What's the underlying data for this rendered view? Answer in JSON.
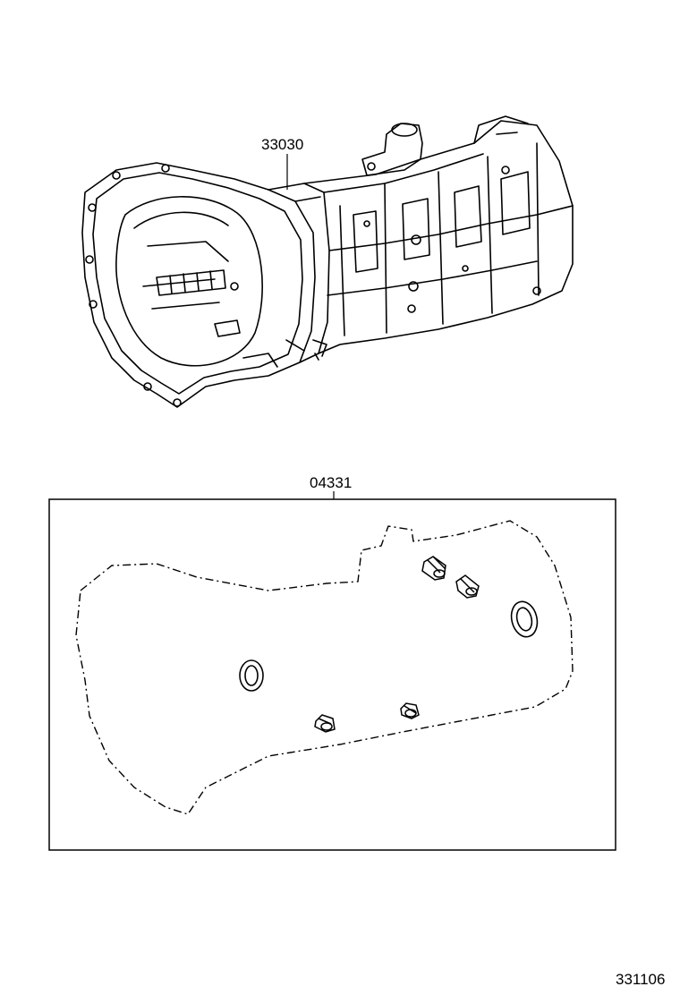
{
  "callouts": {
    "transmission_part_no": "33030",
    "gasket_kit_part_no": "04331"
  },
  "figure_id": "331106"
}
